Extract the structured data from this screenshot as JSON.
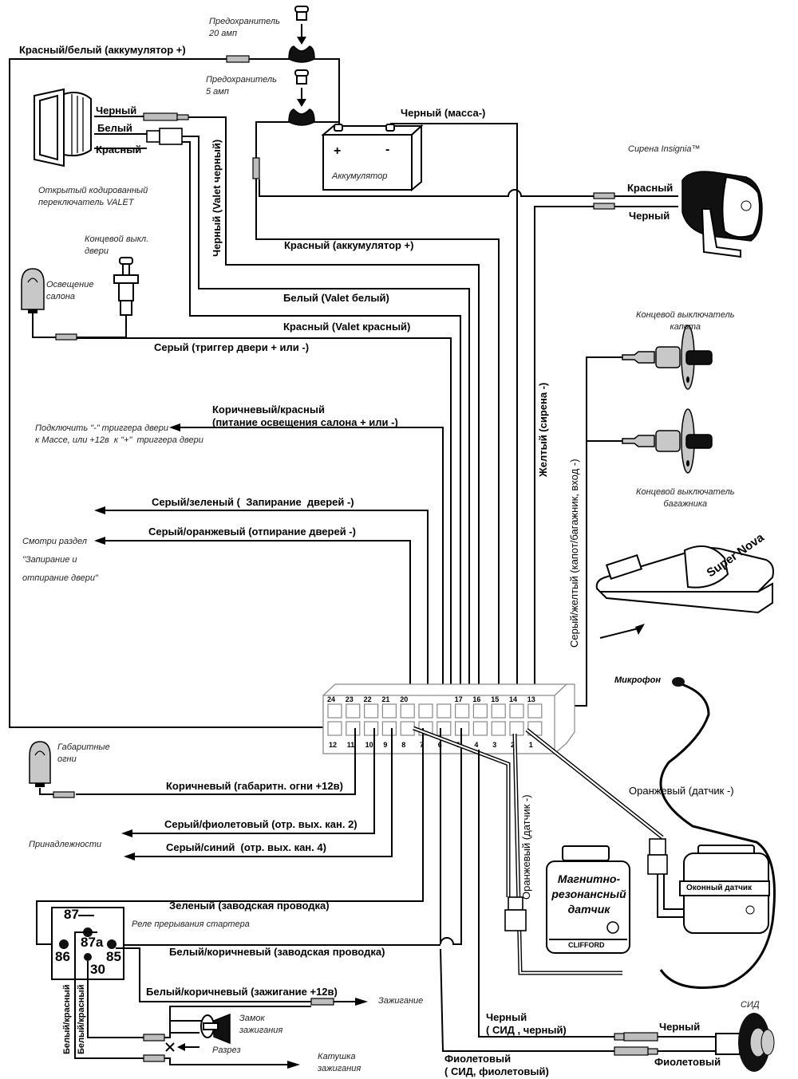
{
  "fuses": {
    "fuse_20": "Предохранитель\n20 амп",
    "fuse_5": "Предохранитель\n5 амп"
  },
  "battery": {
    "label": "Аккумулятор",
    "plus": "+",
    "minus": "-"
  },
  "valet_switch": {
    "note": "Открытый кодированный\nпереключатель VALET",
    "wire_black": "Черный",
    "wire_white": "Белый",
    "wire_red": "Красный"
  },
  "siren": {
    "note": "Сирена Insignia™",
    "wire_red": "Красный",
    "wire_black": "Черный"
  },
  "wires": {
    "red_white_batt": "Красный/белый (аккумулятор +)",
    "black_ground": "Черный (масса-)",
    "valet_black": "Черный (Valet черный)",
    "red_batt": "Красный (аккумулятор +)",
    "valet_white": "Белый (Valet белый)",
    "valet_red": "Красный (Valet красный)",
    "grey_door": "Серый (триггер двери + или -)",
    "brown_red": "Коричневый/красный\n(питание освещения салона + или -)",
    "grey_green": "Серый/зеленый (  Запирание  дверей -)",
    "grey_orange": "Серый/оранжевый (отпирание дверей -)",
    "yellow_siren": "Желтый (сирена -)",
    "grey_yellow": "Серый/желтый (капот/багажник, вход -)",
    "brown_parking": "Коричневый (габаритн. огни +12в)",
    "grey_violet": "Серый/фиолетовый (отр. вых. кан. 2)",
    "grey_blue": "Серый/синий  (отр. вых. кан. 4)",
    "green_factory": "Зеленый (заводская проводка)",
    "white_brown_factory": "Белый/коричневый (заводская проводка)",
    "white_brown_ign": "Белый/коричневый (зажигание +12в)",
    "orange_sensor_1": "Оранжевый (датчик -)",
    "orange_sensor_2": "Оранжевый (датчик -)",
    "white_red_1": "Белый/красный",
    "white_red_2": "Белый/красный",
    "black_led": "Черный\n( СИД , черный)",
    "violet_led": "Фиолетовый\n( СИД, фиолетовый)"
  },
  "notes": {
    "door_switch": "Концевой выкл.\nдвери",
    "dome_light": "Освещение\nсалона",
    "door_trigger_hint": "Подключить \"-\" триггера двери\nк Массе, или +12в  к \"+\"  триггера двери",
    "see_section": "Смотри раздел\n\n\"Запирание и\n\nотпирание двери\"",
    "hood_switch": "Концевой выключатель\nкапота",
    "trunk_switch": "Концевой выключатель\nбагажника",
    "parking_lights": "Габаритные\nогни",
    "accessories": "Принадлежности",
    "starter_relay": "Реле прерывания стартера",
    "ignition": "Зажигание",
    "ignition_lock": "Замок\nзажигания",
    "cut": "Разрез",
    "coil": "Катушка\nзажигания",
    "microphone": "Микрофон",
    "led": "СИД"
  },
  "relay_terminals": {
    "t87": "87",
    "t87a": "87a",
    "t86": "86",
    "t85": "85",
    "t30": "30"
  },
  "connector": {
    "top_pins": [
      "24",
      "23",
      "22",
      "21",
      "20",
      "",
      "",
      "17",
      "16",
      "15",
      "14",
      "13"
    ],
    "bottom_pins": [
      "12",
      "11",
      "10",
      "9",
      "8",
      "7",
      "6",
      "5",
      "4",
      "3",
      "2",
      "1"
    ]
  },
  "devices": {
    "remote_brand_1": "Super",
    "remote_brand_2": "Nova",
    "mag_sensor": "Магнитно-\nрезонансный\nдатчик",
    "mag_sensor_brand": "CLIFFORD",
    "window_sensor": "Оконный датчик"
  },
  "led": {
    "wire_black": "Черный",
    "wire_violet": "Фиолетовый"
  }
}
